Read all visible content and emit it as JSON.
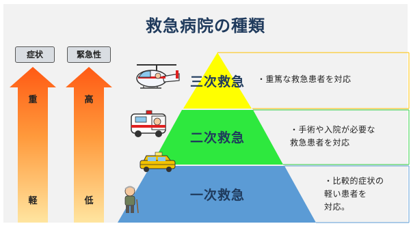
{
  "title": "救急病院の種類",
  "left_axes": [
    {
      "header": "症状",
      "top_label": "重",
      "bottom_label": "軽"
    },
    {
      "header": "緊急性",
      "top_label": "高",
      "bottom_label": "低"
    }
  ],
  "tiers": [
    {
      "name": "三次救急",
      "description": "・重篤な救急患者を対応",
      "icon": "helicopter-icon",
      "color": "#ffff00"
    },
    {
      "name": "二次救急",
      "description": "・手術や入院が必要な\n救急患者を対応",
      "icon": "ambulance-icon",
      "color": "#2ee83e"
    },
    {
      "name": "一次救急",
      "description": "・比較的症状の\n軽い患者を\n対応。",
      "icon": "taxi-and-elderly-icon",
      "color": "#5b9bd5"
    }
  ],
  "colors": {
    "title": "#1f3a5c",
    "arrow_top": "#ff5a14",
    "arrow_bottom": "#ffe08a",
    "divider_yellow": "#ffc000",
    "divider_green": "#2ecc40",
    "divider_blue": "#5b9bd5"
  }
}
